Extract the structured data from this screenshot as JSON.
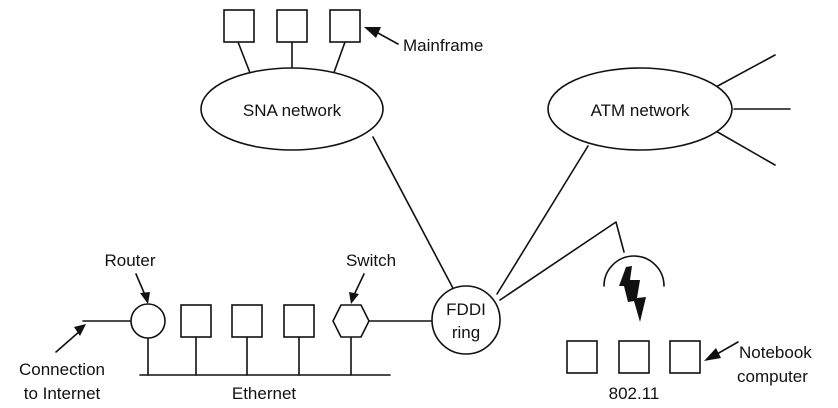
{
  "labels": {
    "mainframe": "Mainframe",
    "sna_network": "SNA network",
    "atm_network": "ATM network",
    "router": "Router",
    "switch": "Switch",
    "fddi_line1": "FDDI",
    "fddi_line2": "ring",
    "notebook_line1": "Notebook",
    "notebook_line2": "computer",
    "connection_line1": "Connection",
    "connection_line2": "to Internet",
    "ethernet": "Ethernet",
    "wireless_standard": "802.11"
  },
  "icons": {
    "wireless": "lightning-bolt-icon",
    "arrow": "arrow-icon"
  },
  "colors": {
    "line": "#111111",
    "background": "#ffffff"
  }
}
